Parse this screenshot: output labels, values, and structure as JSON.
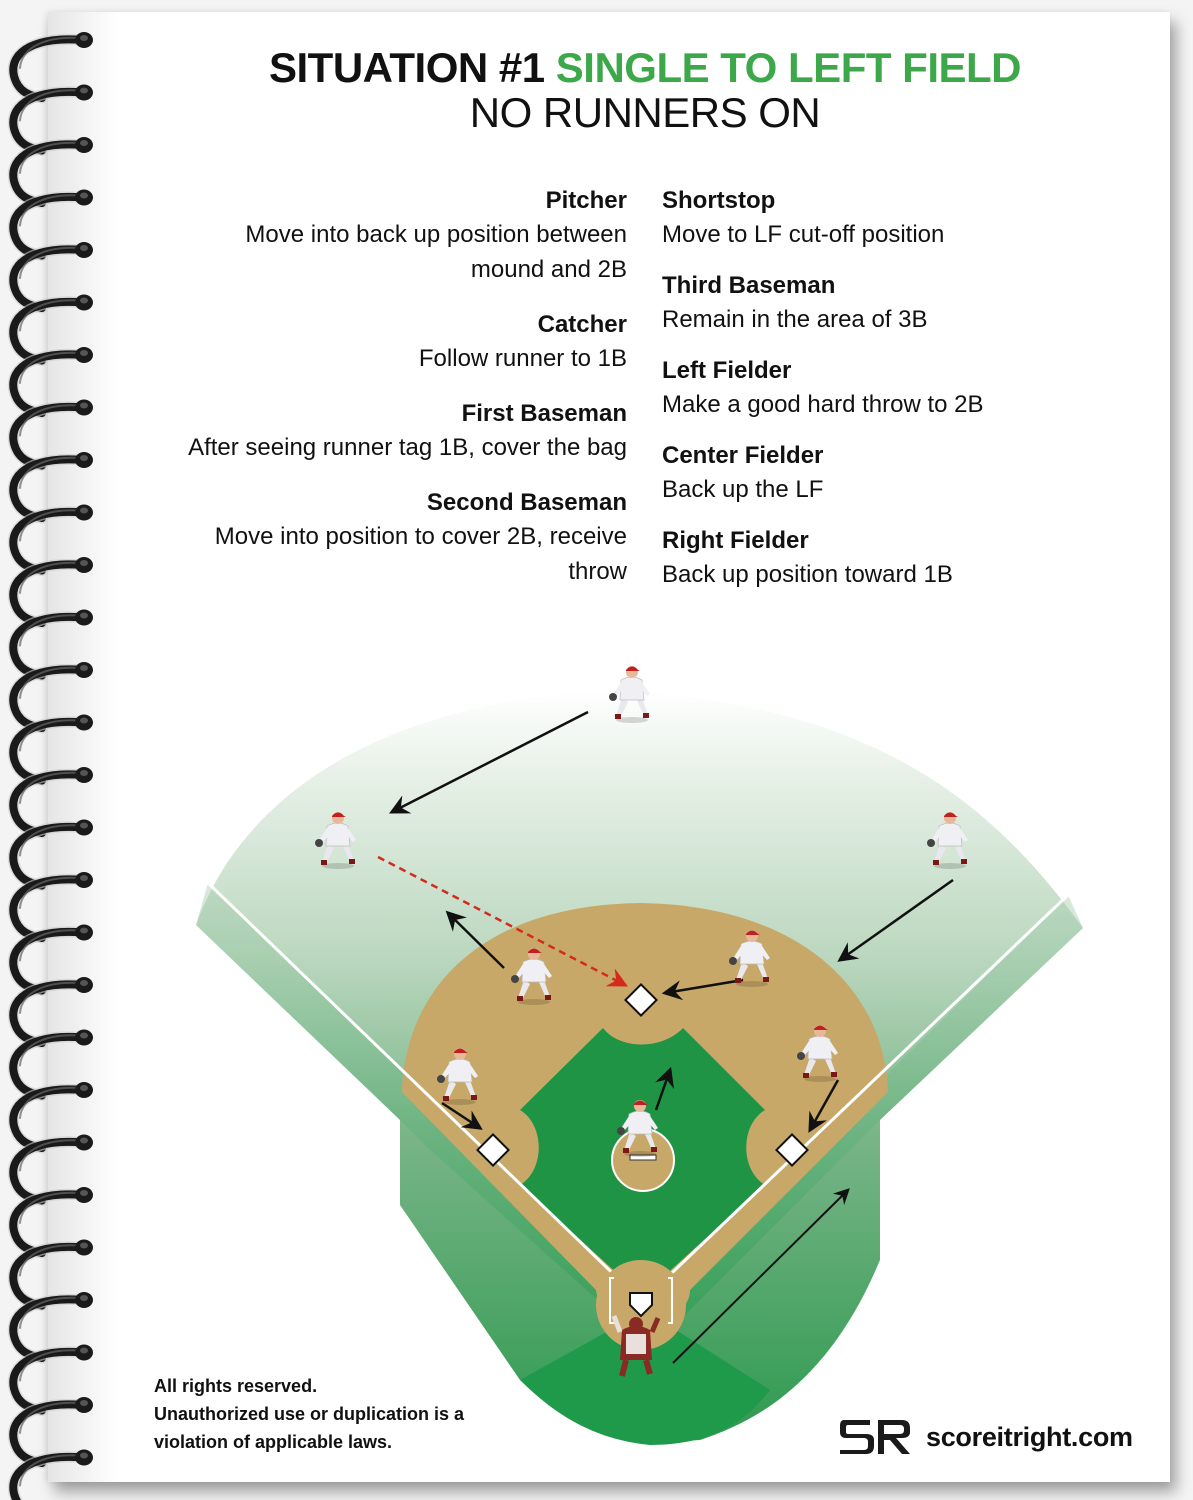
{
  "header": {
    "title_prefix": "SITUATION #1",
    "title_highlight": "SINGLE TO LEFT FIELD",
    "subtitle": "NO RUNNERS ON",
    "accent_color": "#3da84a"
  },
  "instructions": {
    "left": [
      {
        "role": "Pitcher",
        "action": "Move into back up position between mound and 2B"
      },
      {
        "role": "Catcher",
        "action": "Follow runner to 1B"
      },
      {
        "role": "First Baseman",
        "action": "After seeing runner tag 1B, cover the bag"
      },
      {
        "role": "Second Baseman",
        "action": "Move into position to cover 2B, receive throw"
      }
    ],
    "right": [
      {
        "role": "Shortstop",
        "action": "Move to LF cut-off position"
      },
      {
        "role": "Third Baseman",
        "action": "Remain in the area of 3B"
      },
      {
        "role": "Left Fielder",
        "action": "Make a good hard throw to 2B"
      },
      {
        "role": "Center Fielder",
        "action": "Back up the LF"
      },
      {
        "role": "Right Fielder",
        "action": "Back up position toward 1B"
      }
    ]
  },
  "diagram": {
    "colors": {
      "outfield_top": "#f4f8f4",
      "outfield_mid": "#b8d6bc",
      "outfield_bottom": "#3e9a55",
      "infield_dirt": "#c8a868",
      "infield_grass": "#1f9444",
      "throw_line": "#d42a1e",
      "move_arrow": "#111111"
    },
    "players": [
      "center-fielder",
      "left-fielder",
      "right-fielder",
      "shortstop",
      "second-baseman",
      "third-baseman",
      "first-baseman",
      "pitcher",
      "catcher"
    ],
    "bases": [
      "second-base",
      "third-base",
      "first-base",
      "home-plate"
    ]
  },
  "footer": {
    "legal_line1": "All rights reserved.",
    "legal_line2": "Unauthorized use or duplication is a",
    "legal_line3": "violation of applicable laws.",
    "brand_logo_text": "SR",
    "brand_url": "scoreitright.com"
  }
}
